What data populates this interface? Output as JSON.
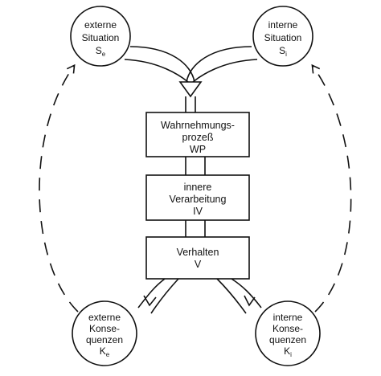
{
  "nodes": {
    "ext_situation": {
      "lines": [
        "externe",
        "Situation"
      ],
      "symbol": "S",
      "subscript": "e"
    },
    "int_situation": {
      "lines": [
        "interne",
        "Situation"
      ],
      "symbol": "S",
      "subscript": "i"
    },
    "ext_consequences": {
      "lines": [
        "externe",
        "Konse-",
        "quenzen"
      ],
      "symbol": "K",
      "subscript": "e"
    },
    "int_consequences": {
      "lines": [
        "interne",
        "Konse-",
        "quenzen"
      ],
      "symbol": "K",
      "subscript": "i"
    }
  },
  "processes": {
    "perception": {
      "lines": [
        "Wahrnehmungs-",
        "prozeß"
      ],
      "abbr": "WP"
    },
    "processing": {
      "lines": [
        "innere",
        "Verarbeitung"
      ],
      "abbr": "IV"
    },
    "behavior": {
      "lines": [
        "Verhalten"
      ],
      "abbr": "V"
    }
  },
  "colors": {
    "ink": "#111111",
    "background": "#ffffff"
  }
}
